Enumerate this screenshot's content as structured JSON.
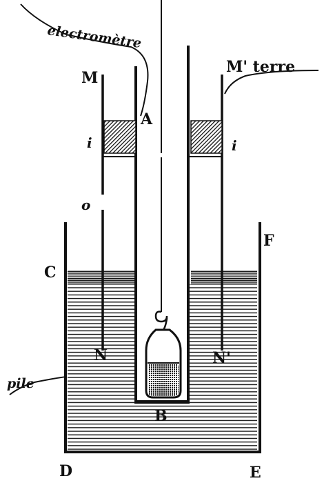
{
  "labels": {
    "electrometre": "electromètre",
    "M": "M",
    "M_prime_terre": "M' terre",
    "A": "A",
    "i_left": "i",
    "i_right": "i",
    "o": "o",
    "F": "F",
    "C": "C",
    "N": "N",
    "N_prime": "N'",
    "pile": "pile",
    "B": "B",
    "D": "D",
    "E": "E"
  },
  "colors": {
    "ink": "#111111",
    "paper": "#ffffff"
  }
}
